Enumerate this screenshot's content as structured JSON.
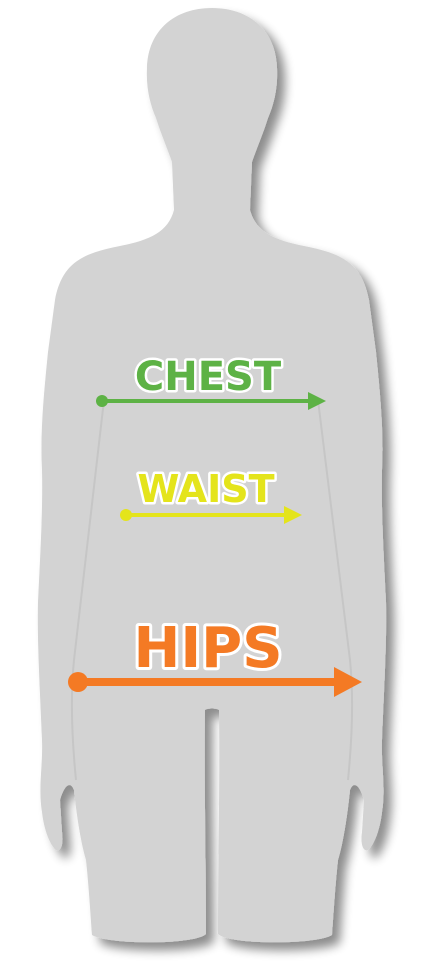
{
  "figure": {
    "silhouette_color": "#d3d3d3",
    "shadow_color": "#9a9a9a"
  },
  "measurements": [
    {
      "id": "chest",
      "label": "CHEST",
      "color": "#5db245"
    },
    {
      "id": "waist",
      "label": "WAIST",
      "color": "#e4e41b"
    },
    {
      "id": "hips",
      "label": "HIPS",
      "color": "#f47a24"
    }
  ]
}
